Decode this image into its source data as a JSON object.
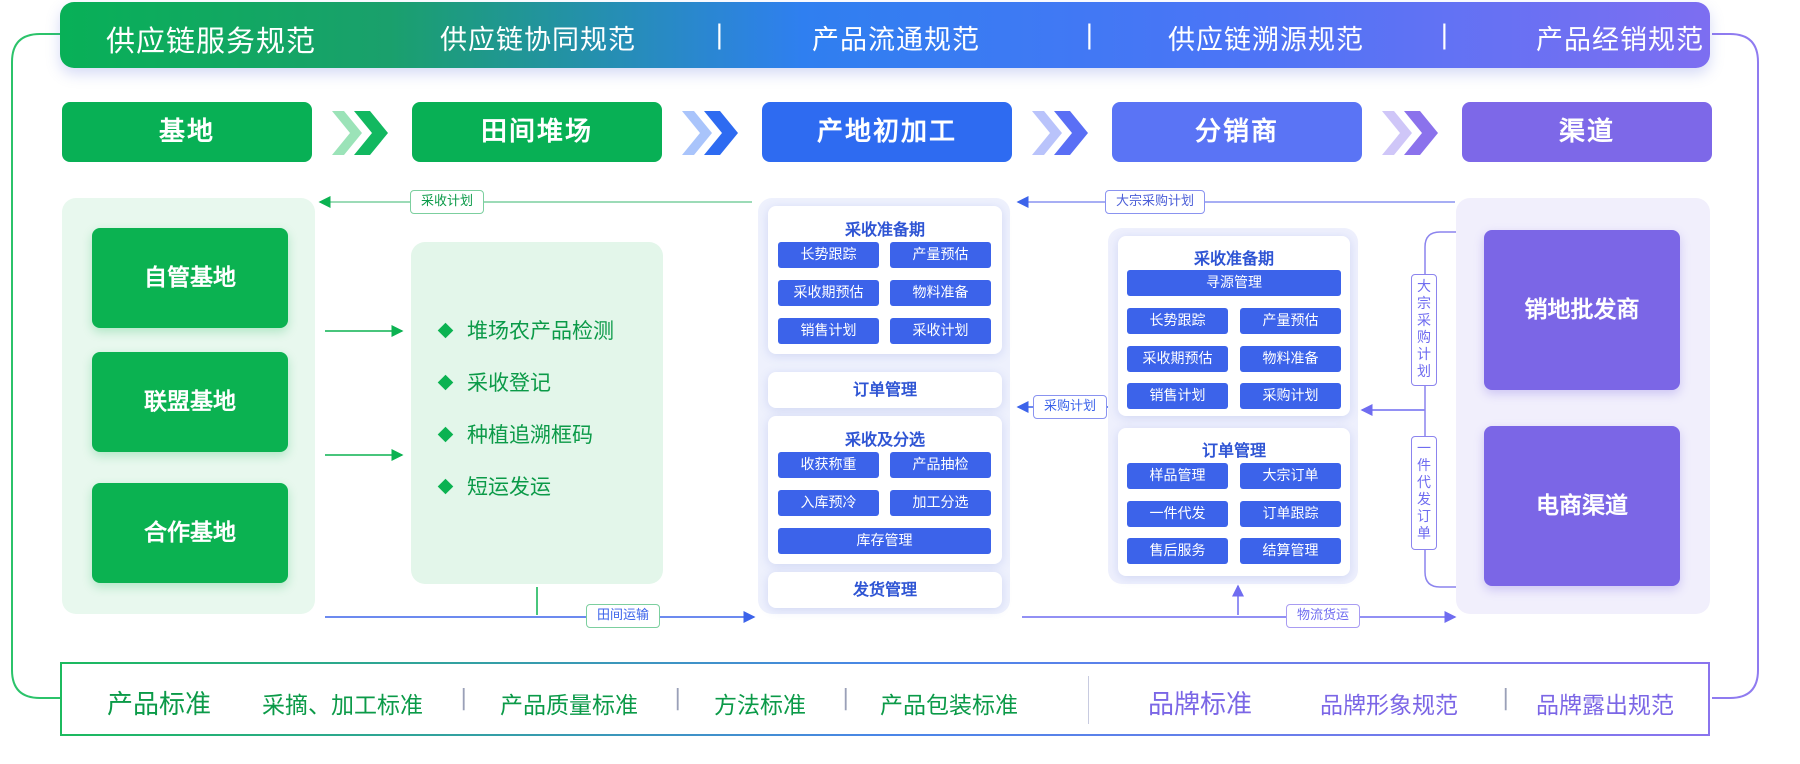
{
  "banner": {
    "title": "供应链服务规范",
    "items": [
      "供应链协同规范",
      "产品流通规范",
      "供应链溯源规范",
      "产品经销规范"
    ],
    "separator": "|"
  },
  "stages": [
    "基地",
    "田间堆场",
    "产地初加工",
    "分销商",
    "渠道"
  ],
  "flows": {
    "harvest_plan": "采收计划",
    "bulk_purchase_plan": "大宗采购计划",
    "field_transport": "田间运输",
    "purchase_plan": "采购计划",
    "logistics": "物流货运",
    "vertical_bulk": "大宗采购计划",
    "vertical_dropship": "一件代发订单"
  },
  "base": {
    "items": [
      "自管基地",
      "联盟基地",
      "合作基地"
    ]
  },
  "yard": {
    "items": [
      "堆场农产品检测",
      "采收登记",
      "种植追溯框码",
      "短运发运"
    ]
  },
  "processing": {
    "prep_title": "采收准备期",
    "prep_chips": [
      "长势跟踪",
      "产量预估",
      "采收期预估",
      "物料准备",
      "销售计划",
      "采收计划"
    ],
    "order_mgmt": "订单管理",
    "harvest_title": "采收及分选",
    "harvest_chips": [
      "收获称重",
      "产品抽检",
      "入库预冷",
      "加工分选"
    ],
    "inventory": "库存管理",
    "shipping": "发货管理"
  },
  "distributor": {
    "prep_title": "采收准备期",
    "sourcing": "寻源管理",
    "prep_chips": [
      "长势跟踪",
      "产量预估",
      "采收期预估",
      "物料准备",
      "销售计划",
      "采购计划"
    ],
    "order_title": "订单管理",
    "order_chips": [
      "样品管理",
      "大宗订单",
      "一件代发",
      "订单跟踪",
      "售后服务",
      "结算管理"
    ]
  },
  "channel": {
    "items": [
      "销地批发商",
      "电商渠道"
    ]
  },
  "bottom": {
    "product_title": "产品标准",
    "product_items": [
      "采摘、加工标准",
      "产品质量标准",
      "方法标准",
      "产品包装标准"
    ],
    "brand_title": "品牌标准",
    "brand_items": [
      "品牌形象规范",
      "品牌露出规范"
    ],
    "separator": "|"
  },
  "colors": {
    "green": "#0bb251",
    "blue": "#2f6bf2",
    "indigo": "#5a6cf6",
    "purple": "#7b66e6"
  }
}
